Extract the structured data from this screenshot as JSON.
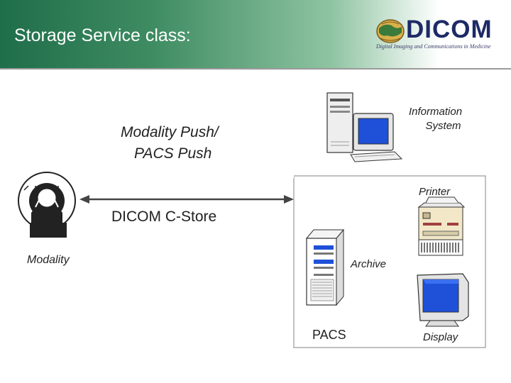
{
  "slide": {
    "title": "Storage Service class:",
    "logo": {
      "word": "DICOM",
      "tagline": "Digital Imaging and Communications in Medicine"
    }
  },
  "diagram": {
    "push_label_line1": "Modality Push/",
    "push_label_line2": "PACS Push",
    "cstore_label": "DICOM C-Store",
    "modality_label": "Modality",
    "info_system_line1": "Information",
    "info_system_line2": "System",
    "printer_label": "Printer",
    "archive_label": "Archive",
    "pacs_label": "PACS",
    "display_label": "Display"
  },
  "colors": {
    "header_dark": "#1f6e4a",
    "logo_blue": "#1e2a66",
    "screen_blue": "#1e50d8"
  },
  "icons": [
    "mri-scanner-icon",
    "workstation-icon",
    "printer-icon",
    "server-tower-icon",
    "monitor-icon",
    "globe-icon"
  ]
}
